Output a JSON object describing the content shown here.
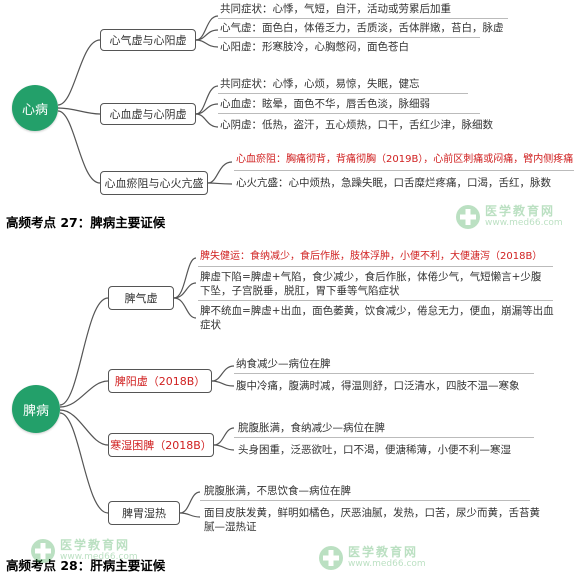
{
  "colors": {
    "root": "#23a06a",
    "red_text": "#d02020",
    "watermark": "#2ea043"
  },
  "heart": {
    "root": "心病",
    "groups": [
      {
        "label": "心气虚与心阳虚",
        "leaves": [
          "共同症状：心悸，气短，自汗，活动或劳累后加重",
          "心气虚：面色白，体倦乏力，舌质淡，舌体胖嫩，苔白，脉虚",
          "心阳虚：形寒肢冷，心胸憋闷，面色苍白"
        ]
      },
      {
        "label": "心血虚与心阴虚",
        "leaves": [
          "共同症状：心悸，心烦，易惊，失眠，健忘",
          "心血虚：眩晕，面色不华，唇舌色淡，脉细弱",
          "心阴虚：低热，盗汗，五心烦热，口干，舌红少津，脉细数"
        ]
      },
      {
        "label": "心血瘀阻与心火亢盛",
        "leaves": [
          "心血瘀阻：胸痛彻背，背痛彻胸（2019B），心前区刺痛或闷痛，臂内侧疼痛",
          "心火亢盛：心中烦热，急躁失眠，口舌糜烂疼痛，口渴，舌红，脉数"
        ]
      }
    ]
  },
  "heading27": "高频考点 27：脾病主要证候",
  "spleen": {
    "root": "脾病",
    "groups": [
      {
        "label": "脾气虚",
        "leaves": [
          "脾失健运：食纳减少，食后作胀，肢体浮肿，小便不利，大便溏泻（2018B）",
          "脾虚下陷=脾虚+气陷，食少减少，食后作胀，体倦少气，气短懒言+少腹下坠，子宫脱垂，脱肛，胃下垂等气陷症状",
          "脾不统血=脾虚+出血，面色萎黄，饮食减少，倦怠无力，便血，崩漏等出血症状"
        ]
      },
      {
        "label": "脾阳虚（2018B）",
        "leaves": [
          "纳食减少—病位在脾",
          "腹中冷痛，腹满时减，得温则舒，口泛清水，四肢不温—寒象"
        ]
      },
      {
        "label": "寒湿困脾（2018B）",
        "leaves": [
          "脘腹胀满，食纳减少—病位在脾",
          "头身困重，泛恶欲吐，口不渴，便溏稀薄，小便不利—寒湿"
        ]
      },
      {
        "label": "脾胃湿热",
        "leaves": [
          "脘腹胀满，不思饮食—病位在脾",
          "面目皮肤发黄，鲜明如橘色，厌恶油腻，发热，口苦，尿少而黄，舌苔黄腻—湿热证"
        ]
      }
    ]
  },
  "heading28": "高频考点 28：肝病主要证候",
  "watermark": {
    "cn": "医学教育网",
    "url": "www.med66.com"
  }
}
